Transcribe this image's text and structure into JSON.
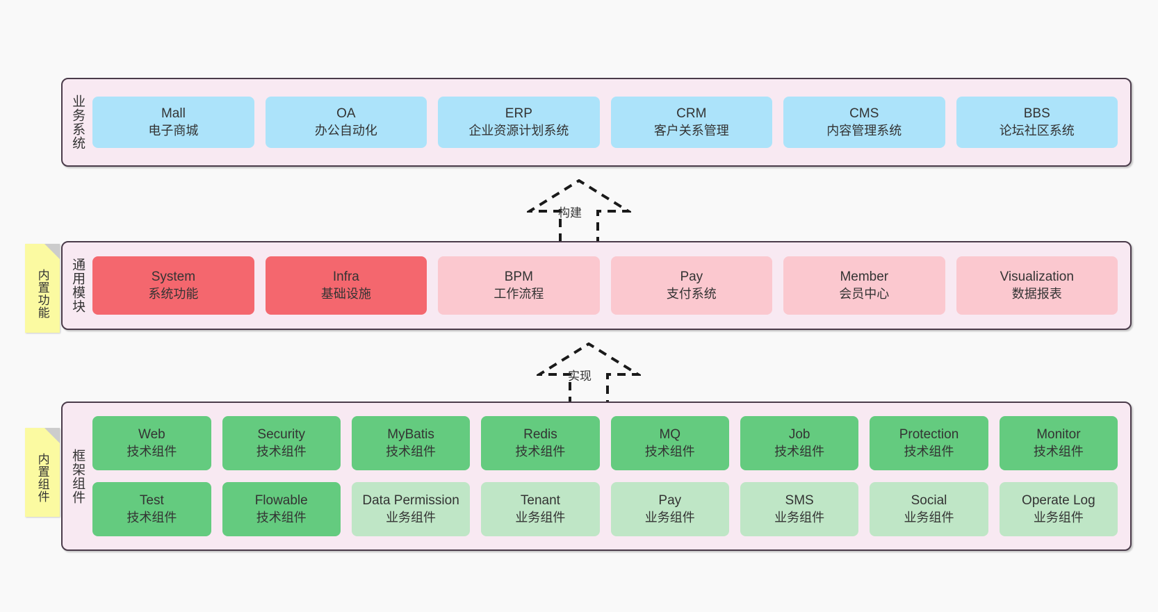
{
  "diagram": {
    "background_color": "#f9f9f9",
    "layer_fill": "#f8e9f2",
    "layer_border": "#4a3b4a"
  },
  "layers": [
    {
      "id": "business-system",
      "title": "业务系统",
      "rows": [
        {
          "nodes": [
            {
              "en": "Mall",
              "cn": "电子商城",
              "color": "#ace3fa",
              "style": "c-blue"
            },
            {
              "en": "OA",
              "cn": "办公自动化",
              "color": "#ace3fa",
              "style": "c-blue"
            },
            {
              "en": "ERP",
              "cn": "企业资源计划系统",
              "color": "#ace3fa",
              "style": "c-blue"
            },
            {
              "en": "CRM",
              "cn": "客户关系管理",
              "color": "#ace3fa",
              "style": "c-blue"
            },
            {
              "en": "CMS",
              "cn": "内容管理系统",
              "color": "#ace3fa",
              "style": "c-blue"
            },
            {
              "en": "BBS",
              "cn": "论坛社区系统",
              "color": "#ace3fa",
              "style": "c-blue"
            }
          ]
        }
      ]
    },
    {
      "id": "common-module",
      "title": "通用模块",
      "note": "内置功能",
      "rows": [
        {
          "nodes": [
            {
              "en": "System",
              "cn": "系统功能",
              "color": "#f4676e",
              "style": "c-red-strong"
            },
            {
              "en": "Infra",
              "cn": "基础设施",
              "color": "#f4676e",
              "style": "c-red-strong"
            },
            {
              "en": "BPM",
              "cn": "工作流程",
              "color": "#fbc8cf",
              "style": "c-red-light"
            },
            {
              "en": "Pay",
              "cn": "支付系统",
              "color": "#fbc8cf",
              "style": "c-red-light"
            },
            {
              "en": "Member",
              "cn": "会员中心",
              "color": "#fbc8cf",
              "style": "c-red-light"
            },
            {
              "en": "Visualization",
              "cn": "数据报表",
              "color": "#fbc8cf",
              "style": "c-red-light"
            }
          ]
        }
      ]
    },
    {
      "id": "framework-component",
      "title": "框架组件",
      "note": "内置组件",
      "rows": [
        {
          "nodes": [
            {
              "en": "Web",
              "cn": "技术组件",
              "color": "#64cb7f",
              "style": "c-green-strong"
            },
            {
              "en": "Security",
              "cn": "技术组件",
              "color": "#64cb7f",
              "style": "c-green-strong"
            },
            {
              "en": "MyBatis",
              "cn": "技术组件",
              "color": "#64cb7f",
              "style": "c-green-strong"
            },
            {
              "en": "Redis",
              "cn": "技术组件",
              "color": "#64cb7f",
              "style": "c-green-strong"
            },
            {
              "en": "MQ",
              "cn": "技术组件",
              "color": "#64cb7f",
              "style": "c-green-strong"
            },
            {
              "en": "Job",
              "cn": "技术组件",
              "color": "#64cb7f",
              "style": "c-green-strong"
            },
            {
              "en": "Protection",
              "cn": "技术组件",
              "color": "#64cb7f",
              "style": "c-green-strong"
            },
            {
              "en": "Monitor",
              "cn": "技术组件",
              "color": "#64cb7f",
              "style": "c-green-strong"
            }
          ]
        },
        {
          "nodes": [
            {
              "en": "Test",
              "cn": "技术组件",
              "color": "#64cb7f",
              "style": "c-green-strong"
            },
            {
              "en": "Flowable",
              "cn": "技术组件",
              "color": "#64cb7f",
              "style": "c-green-strong"
            },
            {
              "en": "Data Permission",
              "cn": "业务组件",
              "color": "#bfe6c6",
              "style": "c-green-light"
            },
            {
              "en": "Tenant",
              "cn": "业务组件",
              "color": "#bfe6c6",
              "style": "c-green-light"
            },
            {
              "en": "Pay",
              "cn": "业务组件",
              "color": "#bfe6c6",
              "style": "c-green-light"
            },
            {
              "en": "SMS",
              "cn": "业务组件",
              "color": "#bfe6c6",
              "style": "c-green-light"
            },
            {
              "en": "Social",
              "cn": "业务组件",
              "color": "#bfe6c6",
              "style": "c-green-light"
            },
            {
              "en": "Operate Log",
              "cn": "业务组件",
              "color": "#bfe6c6",
              "style": "c-green-light"
            }
          ]
        }
      ]
    }
  ],
  "connectors": [
    {
      "id": "build",
      "label": "构建",
      "from": "common-module",
      "to": "business-system"
    },
    {
      "id": "implement",
      "label": "实现",
      "from": "framework-component",
      "to": "common-module"
    }
  ]
}
